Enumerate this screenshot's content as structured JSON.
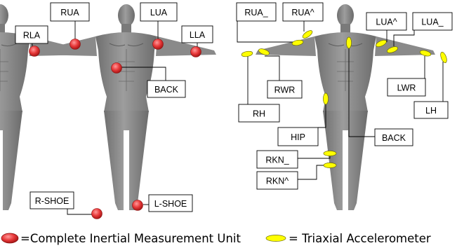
{
  "left_figure": {
    "labels": {
      "rua": "RUA",
      "lua": "LUA",
      "rla": "RLA",
      "lla": "LLA",
      "back": "BACK",
      "r_shoe": "R-SHOE",
      "l_shoe": "L-SHOE"
    }
  },
  "right_figure": {
    "labels": {
      "rua_low": "RUA_",
      "rua_up": "RUA^",
      "lua_up": "LUA^",
      "lua_low": "LUA_",
      "rwr": "RWR",
      "lwr": "LWR",
      "rh": "RH",
      "lh": "LH",
      "hip": "HIP",
      "back": "BACK",
      "rkn_low": "RKN_",
      "rkn_up": "RKN^"
    }
  },
  "legend": {
    "imu_label": "=Complete Inertial Measurement Unit",
    "accel_label": "= Triaxial Accelerometer"
  },
  "colors": {
    "body": "#8a8a8a",
    "imu_fill": "#e8393a",
    "accel_fill": "#ffff00"
  }
}
